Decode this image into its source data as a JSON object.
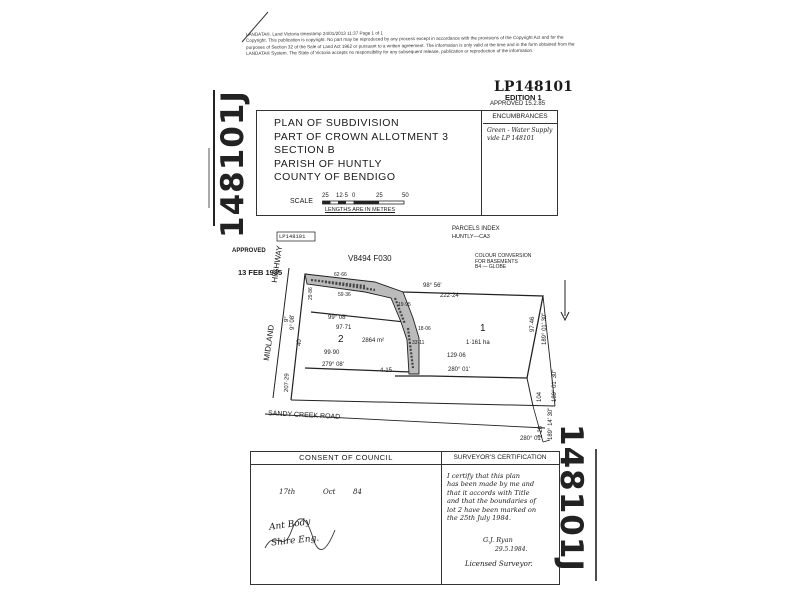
{
  "header_note": [
    "LANDATA®. Land Victoria timestamp 24/01/2013 11:37  Page 1 of 1",
    "Copyright. This publication is copyright. No part may be reproduced by any process except in accordance with the provisions of the Copyright Act and for the",
    "purposes of Section 32 of the Sale of Land Act 1962 or pursuant to a written agreement. The information is only valid at the time and in the form obtained from the",
    "LANDATA® System. The State of Victoria accepts no responsibility for any subsequent release, publication or reproduction of the information."
  ],
  "plan_number": "LP148101",
  "edition": "EDITION 1",
  "approved": "APPROVED 15.2.85",
  "side_title": "148101J",
  "title_block": {
    "lines": [
      "PLAN OF SUBDIVISION",
      "PART OF CROWN ALLOTMENT 3",
      "SECTION B",
      "PARISH OF HUNTLY",
      "COUNTY OF BENDIGO"
    ],
    "scale_label": "SCALE",
    "scale_ticks": [
      "25",
      "12·5",
      "0",
      "25",
      "50"
    ],
    "lengths_note": "LENGTHS ARE IN METRES"
  },
  "encumbrances": {
    "heading": "ENCUMBRANCES",
    "text": [
      "Green - Water Supply",
      "vide LP 148101"
    ]
  },
  "plan": {
    "lp_ref": "LP148101",
    "parcels_index": "PARCELS INDEX",
    "parcels_index_sub": "HUNTLY—CA3",
    "vol_ref": "V8494 F030",
    "approved_label": "APPROVED",
    "approved_date": "13 FEB 1985",
    "colour_conversion": [
      "COLOUR CONVERSION",
      "FOR BASEMENTS",
      "B4 — GLOBE"
    ],
    "road_highway": "HIGHWAY",
    "road_midland": "MIDLAND",
    "road_sandy_creek": "SANDY CREEK ROAD",
    "lot1": "1",
    "lot1_area": "1·161 ha",
    "lot2": "2",
    "lot2_area": "2864 m²",
    "dims": {
      "top_bearing": "98°   56'",
      "top_length": "222·24",
      "chain_a": "62·66",
      "chain_b": "59·36",
      "chain_c": "19·95",
      "chain_d": "18·06",
      "chain_e": "33·11",
      "lot2_top_bearing": "99°  08'",
      "lot2_top_length": "97·71",
      "lot2_bottom_length": "99·90",
      "lot2_bottom_bearing": "279°   08'",
      "lot1_bottom_length": "129·06",
      "lot1_bottom_bearing": "280°   01'",
      "right_bearing": "189° 01' 30\"",
      "right_length": "97·46",
      "right_lower_bearing": "189° 01' 30\"",
      "right_lower_length": "104",
      "far_right_bearing": "189° 14' 30\"",
      "far_right_length": "2·20",
      "bottom_corner": "280° 01'",
      "left_bearing": "9° 08'",
      "left_length": "40",
      "west_length": "207·29",
      "west_bearing": "9°",
      "east_small": "4·15",
      "lot_side": "29·86"
    }
  },
  "consent": {
    "heading": "CONSENT OF COUNCIL",
    "date_day": "17th",
    "date_month": "Oct",
    "date_year": "84",
    "signature_1": "Ant Body",
    "signature_2": "Shire Eng."
  },
  "surveyor": {
    "heading": "SURVEYOR'S CERTIFICATION",
    "lines": [
      "I certify that this plan",
      "has been made by me and",
      "that it accords with Title",
      "and that the boundaries of",
      "lot 2 have been marked on",
      "the 25th July 1984."
    ],
    "signature": "G.J. Ryan",
    "sig_date": "29.5.1984.",
    "title": "Licensed Surveyor."
  },
  "side_title_bottom": "148101J"
}
